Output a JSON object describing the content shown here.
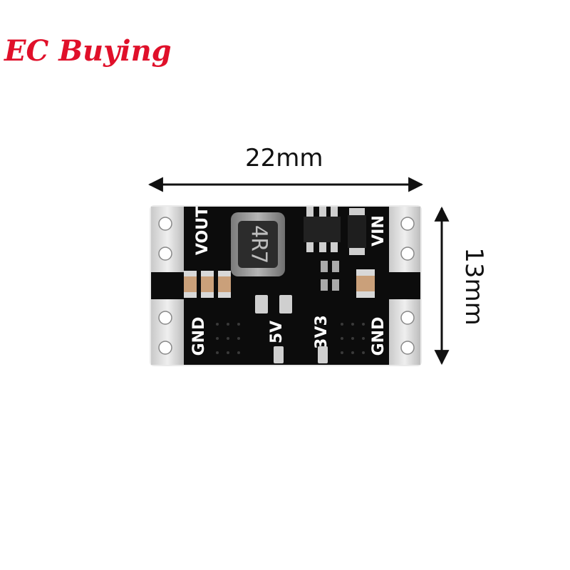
{
  "brand": {
    "name": "EC Buying",
    "color": "#e0102a"
  },
  "dimensions": {
    "width_label": "22mm",
    "height_label": "13mm"
  },
  "board": {
    "pin_labels": {
      "vout": "VOUT",
      "vin": "VIN",
      "gnd_left": "GND",
      "gnd_right": "GND",
      "v5": "5V",
      "v3": "3V3"
    },
    "inductor_marking": "4R7",
    "colors": {
      "pcb": "#0c0c0c",
      "pad": "#d8d8d8",
      "silk": "#ffffff"
    }
  }
}
